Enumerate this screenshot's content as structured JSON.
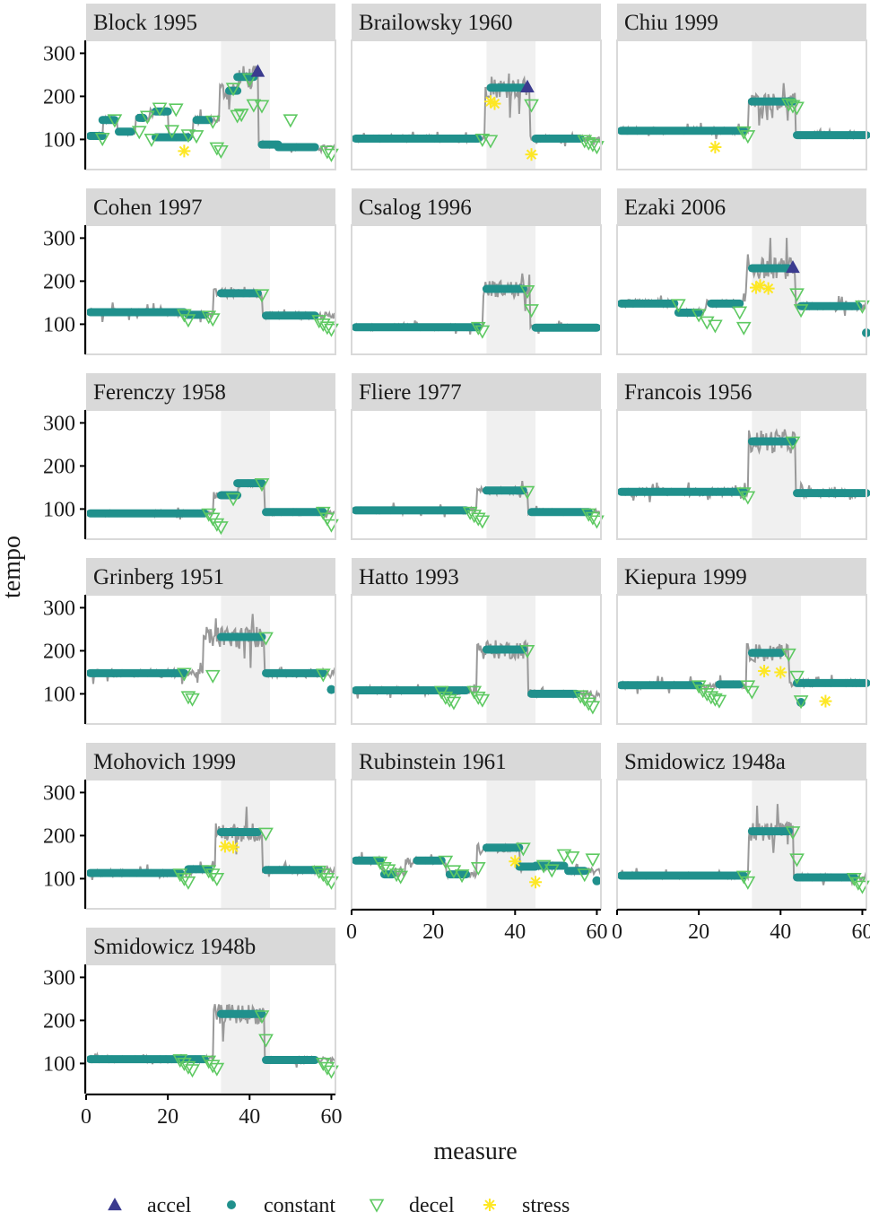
{
  "chart_data": {
    "type": "line",
    "xlabel": "measure",
    "ylabel": "tempo",
    "xlim": [
      0,
      61
    ],
    "ylim": [
      30,
      330
    ],
    "xticks": [
      0,
      20,
      40,
      60
    ],
    "yticks": [
      100,
      200,
      300
    ],
    "shaded_region": [
      33,
      45
    ],
    "legend_position": "bottom",
    "legend": [
      {
        "key": "accel",
        "label": "accel",
        "shape": "triangle-up",
        "color": "#3b3b8f"
      },
      {
        "key": "constant",
        "label": "constant",
        "shape": "circle",
        "color": "#20908c"
      },
      {
        "key": "decel",
        "label": "decel",
        "shape": "triangle-down-open",
        "color": "#5ec962"
      },
      {
        "key": "stress",
        "label": "stress",
        "shape": "asterisk",
        "color": "#fde725"
      }
    ],
    "colors": {
      "line": "#999999",
      "shade": "#f0f0f0",
      "strip": "#d9d9d9",
      "panel_border": "#d9d9d9"
    },
    "panels": [
      {
        "title": "Block 1995",
        "segments": [
          [
            1,
            4,
            108
          ],
          [
            4,
            7,
            145
          ],
          [
            8,
            11,
            118
          ],
          [
            13,
            14,
            150
          ],
          [
            17,
            20,
            165
          ],
          [
            17,
            25,
            105
          ],
          [
            27,
            30,
            145
          ],
          [
            35,
            37,
            213
          ],
          [
            37,
            41,
            245
          ],
          [
            43,
            47,
            88
          ],
          [
            47,
            56,
            82
          ]
        ],
        "accel": [
          [
            42,
            258
          ]
        ],
        "decel": [
          [
            4,
            102
          ],
          [
            7,
            145
          ],
          [
            13,
            118
          ],
          [
            15,
            153
          ],
          [
            16,
            100
          ],
          [
            18,
            172
          ],
          [
            21,
            120
          ],
          [
            22,
            170
          ],
          [
            25,
            110
          ],
          [
            27,
            108
          ],
          [
            31,
            142
          ],
          [
            32,
            80
          ],
          [
            33,
            73
          ],
          [
            36,
            218
          ],
          [
            37,
            155
          ],
          [
            38,
            158
          ],
          [
            40,
            240
          ],
          [
            41,
            180
          ],
          [
            43,
            178
          ],
          [
            50,
            145
          ],
          [
            59,
            72
          ],
          [
            60,
            65
          ]
        ],
        "stress": [
          [
            24,
            73
          ]
        ]
      },
      {
        "title": "Brailowsky 1960",
        "segments": [
          [
            1,
            31,
            102
          ],
          [
            34,
            42,
            220
          ],
          [
            45,
            56,
            102
          ]
        ],
        "accel": [
          [
            43,
            222
          ]
        ],
        "decel": [
          [
            32,
            100
          ],
          [
            34,
            97
          ],
          [
            44,
            180
          ],
          [
            57,
            97
          ],
          [
            58,
            92
          ],
          [
            59,
            88
          ],
          [
            60,
            83
          ]
        ],
        "stress": [
          [
            34,
            188
          ],
          [
            35,
            183
          ],
          [
            44,
            65
          ]
        ]
      },
      {
        "title": "Chiu 1999",
        "segments": [
          [
            1,
            31,
            120
          ],
          [
            33,
            43,
            188
          ],
          [
            44,
            61,
            110
          ]
        ],
        "accel": [],
        "decel": [
          [
            31,
            117
          ],
          [
            32,
            108
          ],
          [
            42,
            182
          ],
          [
            43,
            178
          ],
          [
            44,
            174
          ]
        ],
        "stress": [
          [
            24,
            82
          ]
        ]
      },
      {
        "title": "Cohen 1997",
        "segments": [
          [
            1,
            24,
            128
          ],
          [
            25,
            29,
            122
          ],
          [
            33,
            42,
            172
          ],
          [
            44,
            56,
            120
          ]
        ],
        "accel": [],
        "decel": [
          [
            24,
            122
          ],
          [
            25,
            110
          ],
          [
            30,
            118
          ],
          [
            31,
            112
          ],
          [
            43,
            168
          ],
          [
            57,
            108
          ],
          [
            58,
            100
          ],
          [
            59,
            93
          ],
          [
            60,
            88
          ]
        ],
        "stress": []
      },
      {
        "title": "Csalog 1996",
        "segments": [
          [
            1,
            31,
            93
          ],
          [
            33,
            42,
            182
          ],
          [
            45,
            60,
            92
          ]
        ],
        "accel": [],
        "decel": [
          [
            31,
            92
          ],
          [
            32,
            84
          ],
          [
            43,
            177
          ],
          [
            44,
            133
          ]
        ],
        "stress": []
      },
      {
        "title": "Ezaki 2006",
        "segments": [
          [
            1,
            14,
            148
          ],
          [
            15,
            20,
            127
          ],
          [
            23,
            30,
            148
          ],
          [
            33,
            42,
            230
          ]
        ],
        "accel": [
          [
            43,
            232
          ]
        ],
        "decel": [
          [
            15,
            145
          ],
          [
            20,
            122
          ],
          [
            22,
            105
          ],
          [
            24,
            97
          ],
          [
            30,
            128
          ],
          [
            31,
            92
          ],
          [
            44,
            170
          ],
          [
            45,
            133
          ],
          [
            60,
            142
          ]
        ],
        "segments2": [
          [
            45,
            59,
            142
          ]
        ],
        "extra_constant": [
          [
            61,
            80
          ]
        ],
        "stress": [
          [
            34,
            185
          ],
          [
            35,
            190
          ],
          [
            37,
            183
          ]
        ]
      },
      {
        "title": "Ferenczy 1958",
        "segments": [
          [
            1,
            29,
            90
          ],
          [
            33,
            37,
            132
          ],
          [
            37,
            43,
            160
          ],
          [
            44,
            58,
            93
          ]
        ],
        "accel": [],
        "decel": [
          [
            30,
            88
          ],
          [
            31,
            78
          ],
          [
            32,
            65
          ],
          [
            33,
            58
          ],
          [
            36,
            124
          ],
          [
            43,
            158
          ],
          [
            58,
            92
          ],
          [
            59,
            78
          ],
          [
            60,
            63
          ]
        ],
        "stress": []
      },
      {
        "title": "Fliere 1977",
        "segments": [
          [
            1,
            28,
            97
          ],
          [
            33,
            42,
            143
          ],
          [
            44,
            58,
            93
          ]
        ],
        "accel": [],
        "decel": [
          [
            29,
            92
          ],
          [
            30,
            85
          ],
          [
            31,
            78
          ],
          [
            32,
            72
          ],
          [
            43,
            140
          ],
          [
            58,
            88
          ],
          [
            59,
            80
          ],
          [
            60,
            72
          ]
        ],
        "stress": []
      },
      {
        "title": "Francois 1956",
        "segments": [
          [
            1,
            31,
            140
          ],
          [
            33,
            43,
            257
          ],
          [
            44,
            61,
            137
          ]
        ],
        "accel": [],
        "decel": [
          [
            31,
            137
          ],
          [
            32,
            128
          ],
          [
            43,
            255
          ]
        ],
        "stress": []
      },
      {
        "title": "Grinberg 1951",
        "segments": [
          [
            1,
            24,
            148
          ],
          [
            33,
            43,
            232
          ],
          [
            44,
            58,
            148
          ]
        ],
        "accel": [],
        "decel": [
          [
            24,
            147
          ],
          [
            25,
            93
          ],
          [
            26,
            88
          ],
          [
            31,
            142
          ],
          [
            44,
            230
          ],
          [
            58,
            145
          ]
        ],
        "extra_constant": [
          [
            60,
            110
          ]
        ],
        "stress": []
      },
      {
        "title": "Hatto 1993",
        "segments": [
          [
            1,
            28,
            108
          ],
          [
            33,
            42,
            203
          ],
          [
            44,
            55,
            100
          ]
        ],
        "accel": [],
        "decel": [
          [
            22,
            105
          ],
          [
            23,
            92
          ],
          [
            24,
            86
          ],
          [
            25,
            80
          ],
          [
            30,
            105
          ],
          [
            31,
            92
          ],
          [
            32,
            86
          ],
          [
            43,
            200
          ],
          [
            56,
            95
          ],
          [
            57,
            88
          ],
          [
            58,
            78
          ],
          [
            59,
            70
          ]
        ],
        "stress": []
      },
      {
        "title": "Kiepura 1999",
        "segments": [
          [
            1,
            20,
            120
          ],
          [
            25,
            30,
            122
          ],
          [
            33,
            40,
            195
          ],
          [
            44,
            61,
            125
          ]
        ],
        "accel": [],
        "decel": [
          [
            20,
            118
          ],
          [
            21,
            108
          ],
          [
            22,
            100
          ],
          [
            23,
            93
          ],
          [
            24,
            88
          ],
          [
            25,
            84
          ],
          [
            32,
            118
          ],
          [
            33,
            105
          ],
          [
            42,
            192
          ],
          [
            44,
            140
          ],
          [
            45,
            83
          ]
        ],
        "extra_constant": [
          [
            45,
            80
          ]
        ],
        "stress": [
          [
            36,
            153
          ],
          [
            40,
            150
          ],
          [
            51,
            83
          ]
        ]
      },
      {
        "title": "Mohovich 1999",
        "segments": [
          [
            1,
            23,
            113
          ],
          [
            25,
            30,
            122
          ],
          [
            33,
            42,
            208
          ],
          [
            44,
            57,
            120
          ]
        ],
        "accel": [],
        "decel": [
          [
            23,
            110
          ],
          [
            24,
            100
          ],
          [
            25,
            92
          ],
          [
            30,
            118
          ],
          [
            31,
            110
          ],
          [
            32,
            100
          ],
          [
            44,
            205
          ],
          [
            57,
            117
          ],
          [
            58,
            110
          ],
          [
            59,
            100
          ],
          [
            60,
            92
          ]
        ],
        "stress": [
          [
            34,
            175
          ],
          [
            36,
            173
          ]
        ]
      },
      {
        "title": "Rubinstein 1961",
        "segments": [
          [
            1,
            7,
            142
          ],
          [
            8,
            10,
            110
          ],
          [
            16,
            22,
            142
          ],
          [
            24,
            28,
            110
          ],
          [
            33,
            41,
            172
          ],
          [
            41,
            45,
            128
          ],
          [
            45,
            52,
            130
          ],
          [
            53,
            57,
            118
          ]
        ],
        "accel": [],
        "decel": [
          [
            7,
            138
          ],
          [
            8,
            125
          ],
          [
            9,
            120
          ],
          [
            11,
            110
          ],
          [
            12,
            105
          ],
          [
            23,
            140
          ],
          [
            25,
            118
          ],
          [
            27,
            108
          ],
          [
            31,
            125
          ],
          [
            42,
            170
          ],
          [
            47,
            130
          ],
          [
            49,
            120
          ],
          [
            52,
            155
          ],
          [
            54,
            150
          ],
          [
            57,
            110
          ],
          [
            59,
            145
          ]
        ],
        "extra_constant": [
          [
            60,
            95
          ]
        ],
        "stress": [
          [
            40,
            140
          ],
          [
            45,
            92
          ]
        ]
      },
      {
        "title": "Smidowicz 1948a",
        "segments": [
          [
            1,
            31,
            107
          ],
          [
            33,
            42,
            210
          ],
          [
            44,
            58,
            103
          ]
        ],
        "accel": [],
        "decel": [
          [
            31,
            105
          ],
          [
            32,
            92
          ],
          [
            43,
            208
          ],
          [
            44,
            145
          ],
          [
            58,
            100
          ],
          [
            59,
            90
          ],
          [
            60,
            82
          ]
        ],
        "stress": []
      },
      {
        "title": "Smidowicz 1948b",
        "segments": [
          [
            1,
            24,
            110
          ],
          [
            25,
            29,
            110
          ],
          [
            33,
            43,
            215
          ],
          [
            44,
            56,
            108
          ]
        ],
        "accel": [],
        "decel": [
          [
            23,
            108
          ],
          [
            24,
            100
          ],
          [
            25,
            92
          ],
          [
            26,
            85
          ],
          [
            30,
            105
          ],
          [
            31,
            95
          ],
          [
            32,
            88
          ],
          [
            43,
            210
          ],
          [
            44,
            155
          ],
          [
            58,
            100
          ],
          [
            59,
            90
          ],
          [
            60,
            82
          ]
        ],
        "stress": []
      }
    ]
  }
}
